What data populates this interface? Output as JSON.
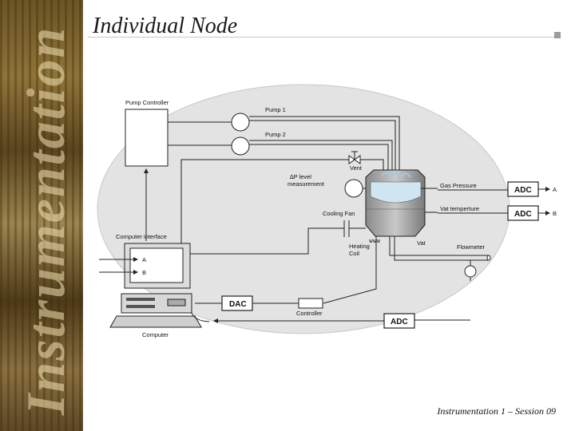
{
  "banner": {
    "text": "Instrumentation"
  },
  "title": "Individual Node",
  "footer": "Instrumentation 1 – Session 09",
  "diagram": {
    "pump_controller": "Pump Controller",
    "pump1": "Pump 1",
    "pump2": "Pump 2",
    "vent": "Vent",
    "dp_level_1": "∆P level",
    "dp_level_2": "measurement",
    "gas_pressure": "Gas Pressure",
    "vat_temperature": "Vat temperture",
    "cooling_fan": "Cooling Fan",
    "heating_coil_1": "Heating",
    "heating_coil_2": "Coil",
    "vat": "Vat",
    "flowmeter": "Flowmeter",
    "computer_interface": "Computer interface",
    "computer": "Computer",
    "controller": "Controller",
    "dac": "DAC",
    "adc_gas": "ADC",
    "adc_temp": "ADC",
    "adc_bottom": "ADC",
    "out_a": "A",
    "out_b": "B",
    "screen_a": "A",
    "screen_b": "B"
  }
}
